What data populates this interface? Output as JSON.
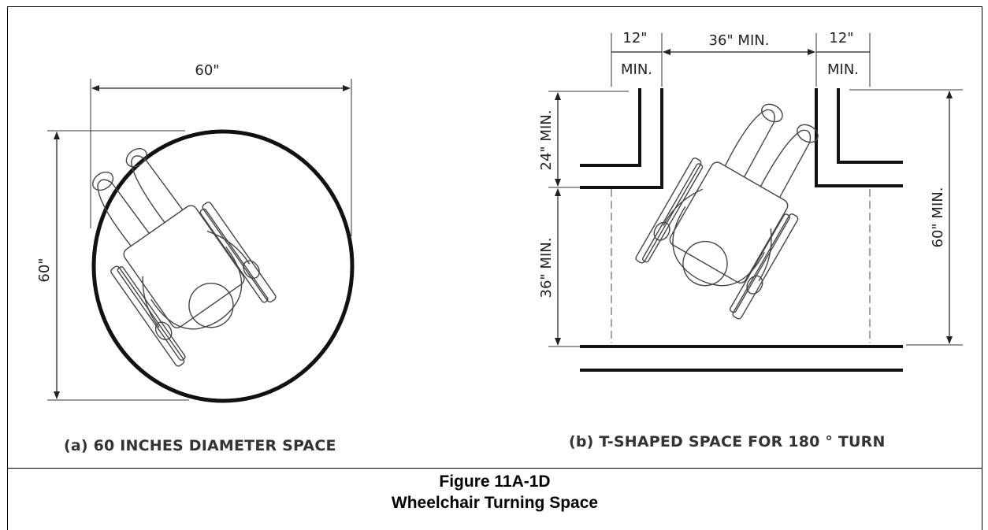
{
  "figure": {
    "number": "Figure 11A-1D",
    "title": "Wheelchair Turning Space"
  },
  "panel_a": {
    "caption": "(a) 60 INCHES DIAMETER SPACE",
    "dim_width": "60\"",
    "dim_height": "60\""
  },
  "panel_b": {
    "caption": "(b) T-SHAPED SPACE FOR 180 ° TURN",
    "dim_left_top": "12\"",
    "dim_left_bottom": "MIN.",
    "dim_center": "36\"  MIN.",
    "dim_right_top": "12\"",
    "dim_right_bottom": "MIN.",
    "dim_vert_upper": "24\" MIN.",
    "dim_vert_lower": "36\" MIN.",
    "dim_vert_right": "60\" MIN."
  }
}
